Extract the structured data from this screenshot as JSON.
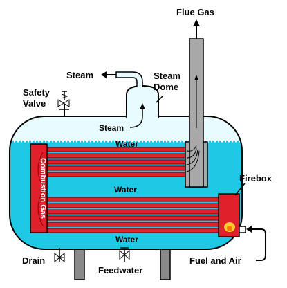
{
  "labels": {
    "flue_gas": "Flue Gas",
    "steam_out": "Steam",
    "steam_dome_line1": "Steam",
    "steam_dome_line2": "Dome",
    "safety_valve_line1": "Safety",
    "safety_valve_line2": "Valve",
    "steam_inside": "Steam",
    "water_top": "Water",
    "water_middle": "Water",
    "water_bottom": "Water",
    "combustion_gas": "Combustion Gas",
    "firebox": "Firebox",
    "drain": "Drain",
    "feedwater": "Feedwater",
    "fuel_and_air": "Fuel and Air"
  },
  "colors": {
    "water": "#1fc9e6",
    "steam_space": "#e8fbff",
    "tube": "#e0202a",
    "tube_edge": "#7a0000",
    "combustion_chamber": "#e0202a",
    "stack": "#a8a8a8",
    "support": "#8a8a8a",
    "outline": "#000000",
    "flame": "#ffcc33"
  }
}
